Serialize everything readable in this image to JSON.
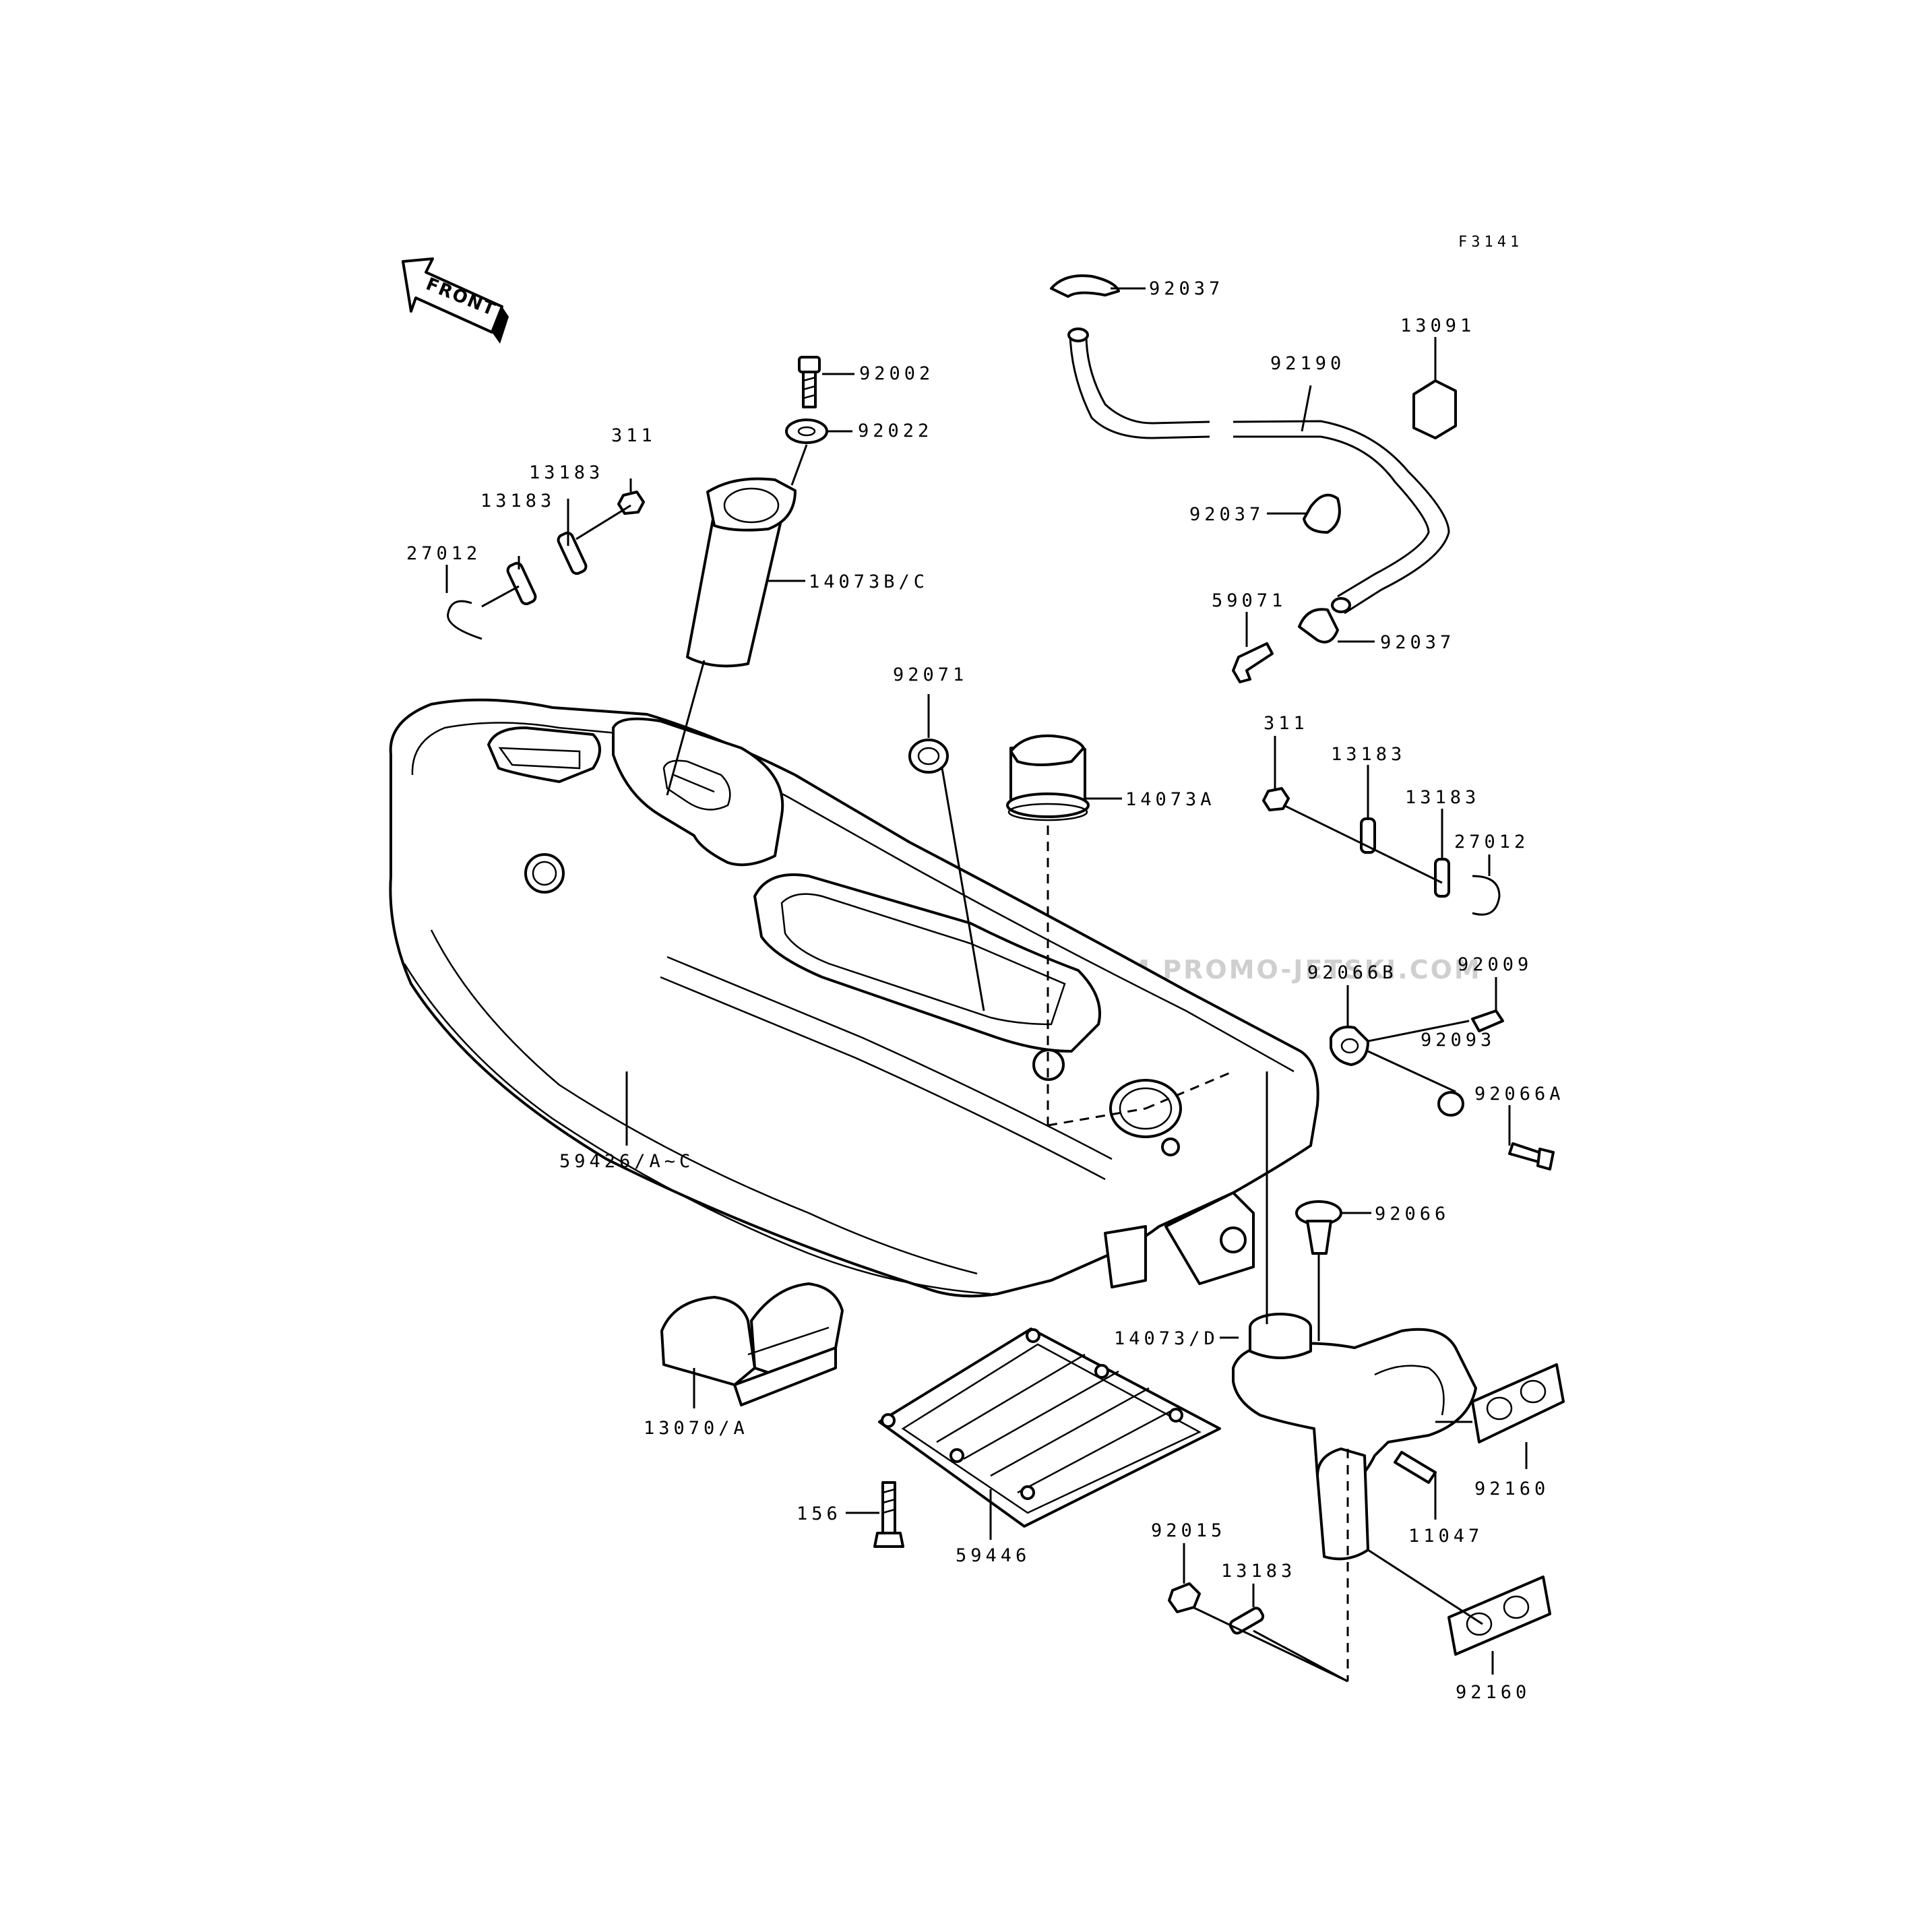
{
  "diagram": {
    "code": "F3141",
    "direction_label": "FRONT",
    "watermark": "JETSKI.COM  PROMO-JETSKI.COM  PROMO-JETSKI.COM",
    "part_labels": [
      {
        "id": "lbl-92037-top",
        "text": "92037"
      },
      {
        "id": "lbl-13091",
        "text": "13091"
      },
      {
        "id": "lbl-92190",
        "text": "92190"
      },
      {
        "id": "lbl-92002",
        "text": "92002"
      },
      {
        "id": "lbl-92022",
        "text": "92022"
      },
      {
        "id": "lbl-311-left",
        "text": "311"
      },
      {
        "id": "lbl-13183-left-a",
        "text": "13183"
      },
      {
        "id": "lbl-13183-left-b",
        "text": "13183"
      },
      {
        "id": "lbl-27012-left",
        "text": "27012"
      },
      {
        "id": "lbl-14073bc",
        "text": "14073B/C"
      },
      {
        "id": "lbl-92037-mid",
        "text": "92037"
      },
      {
        "id": "lbl-59071",
        "text": "59071"
      },
      {
        "id": "lbl-92037-low",
        "text": "92037"
      },
      {
        "id": "lbl-92071",
        "text": "92071"
      },
      {
        "id": "lbl-14073a",
        "text": "14073A"
      },
      {
        "id": "lbl-311-right",
        "text": "311"
      },
      {
        "id": "lbl-13183-right-a",
        "text": "13183"
      },
      {
        "id": "lbl-13183-right-b",
        "text": "13183"
      },
      {
        "id": "lbl-27012-right",
        "text": "27012"
      },
      {
        "id": "lbl-92066b",
        "text": "92066B"
      },
      {
        "id": "lbl-92009",
        "text": "92009"
      },
      {
        "id": "lbl-92093",
        "text": "92093"
      },
      {
        "id": "lbl-92066a",
        "text": "92066A"
      },
      {
        "id": "lbl-59426",
        "text": "59426/A~C"
      },
      {
        "id": "lbl-92066",
        "text": "92066"
      },
      {
        "id": "lbl-14073d",
        "text": "14073/D"
      },
      {
        "id": "lbl-13070",
        "text": "13070/A"
      },
      {
        "id": "lbl-92160-upper",
        "text": "92160"
      },
      {
        "id": "lbl-11047",
        "text": "11047"
      },
      {
        "id": "lbl-156",
        "text": "156"
      },
      {
        "id": "lbl-59446",
        "text": "59446"
      },
      {
        "id": "lbl-92015",
        "text": "92015"
      },
      {
        "id": "lbl-13183-bottom",
        "text": "13183"
      },
      {
        "id": "lbl-92160-lower",
        "text": "92160"
      }
    ]
  }
}
